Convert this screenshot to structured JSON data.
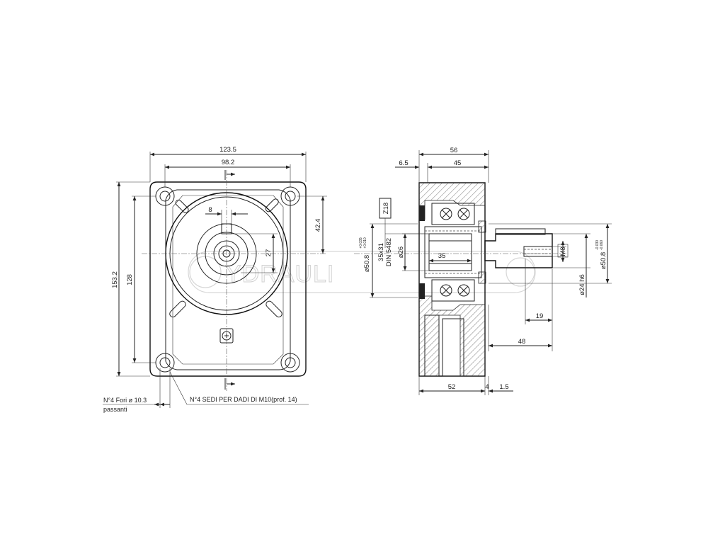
{
  "front_view": {
    "width_overall": "123.5",
    "width_holes": "98.2",
    "height_overall": "153.2",
    "height_holes": "128",
    "offset_upper": "42.4",
    "port_width": "8",
    "port_offset": "27"
  },
  "side_view": {
    "length_total": "56",
    "length_body": "45",
    "flange_step": "6.5",
    "spline_label": "Z18",
    "spline_spec": "35x31",
    "spline_norm": "DIN 5482",
    "pilot_dia": "ø50.8",
    "pilot_tol_upper": "+0.035",
    "pilot_tol_lower": "+0.010",
    "bore_dia": "ø26",
    "bore_len": "35",
    "thread": "M8",
    "shaft_dia": "ø24 h6",
    "centering_dia": "ø50.8",
    "centering_tol_upper": "-0.030",
    "centering_tol_lower": "-0.060",
    "thread_depth": "19",
    "shaft_len": "48",
    "flange_len": "52",
    "gap_a": "4",
    "gap_b": "1.5"
  },
  "notes": {
    "holes_line1": "N°4 Fori ø 10.3",
    "holes_line2": "passanti",
    "nut_seats": "N°4 SEDI PER DADI DI M10(prof. 14)"
  },
  "watermark": {
    "text": "YDRAULI"
  }
}
